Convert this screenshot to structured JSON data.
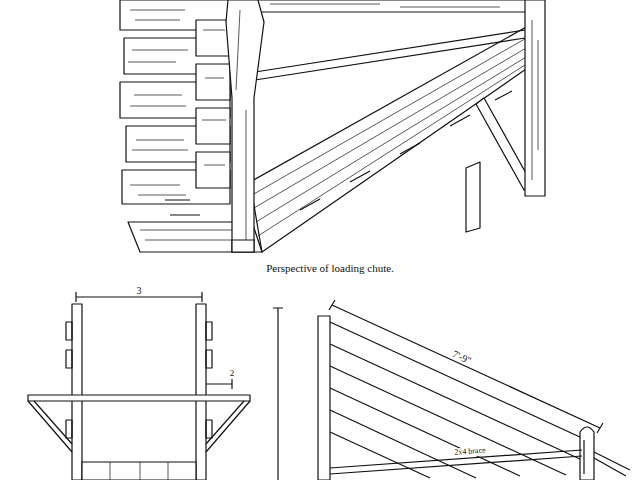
{
  "diagram": {
    "caption": "Perspective of loading chute.",
    "labels": [
      "3",
      "2",
      "7'-9\"",
      "2x4 brace"
    ]
  }
}
